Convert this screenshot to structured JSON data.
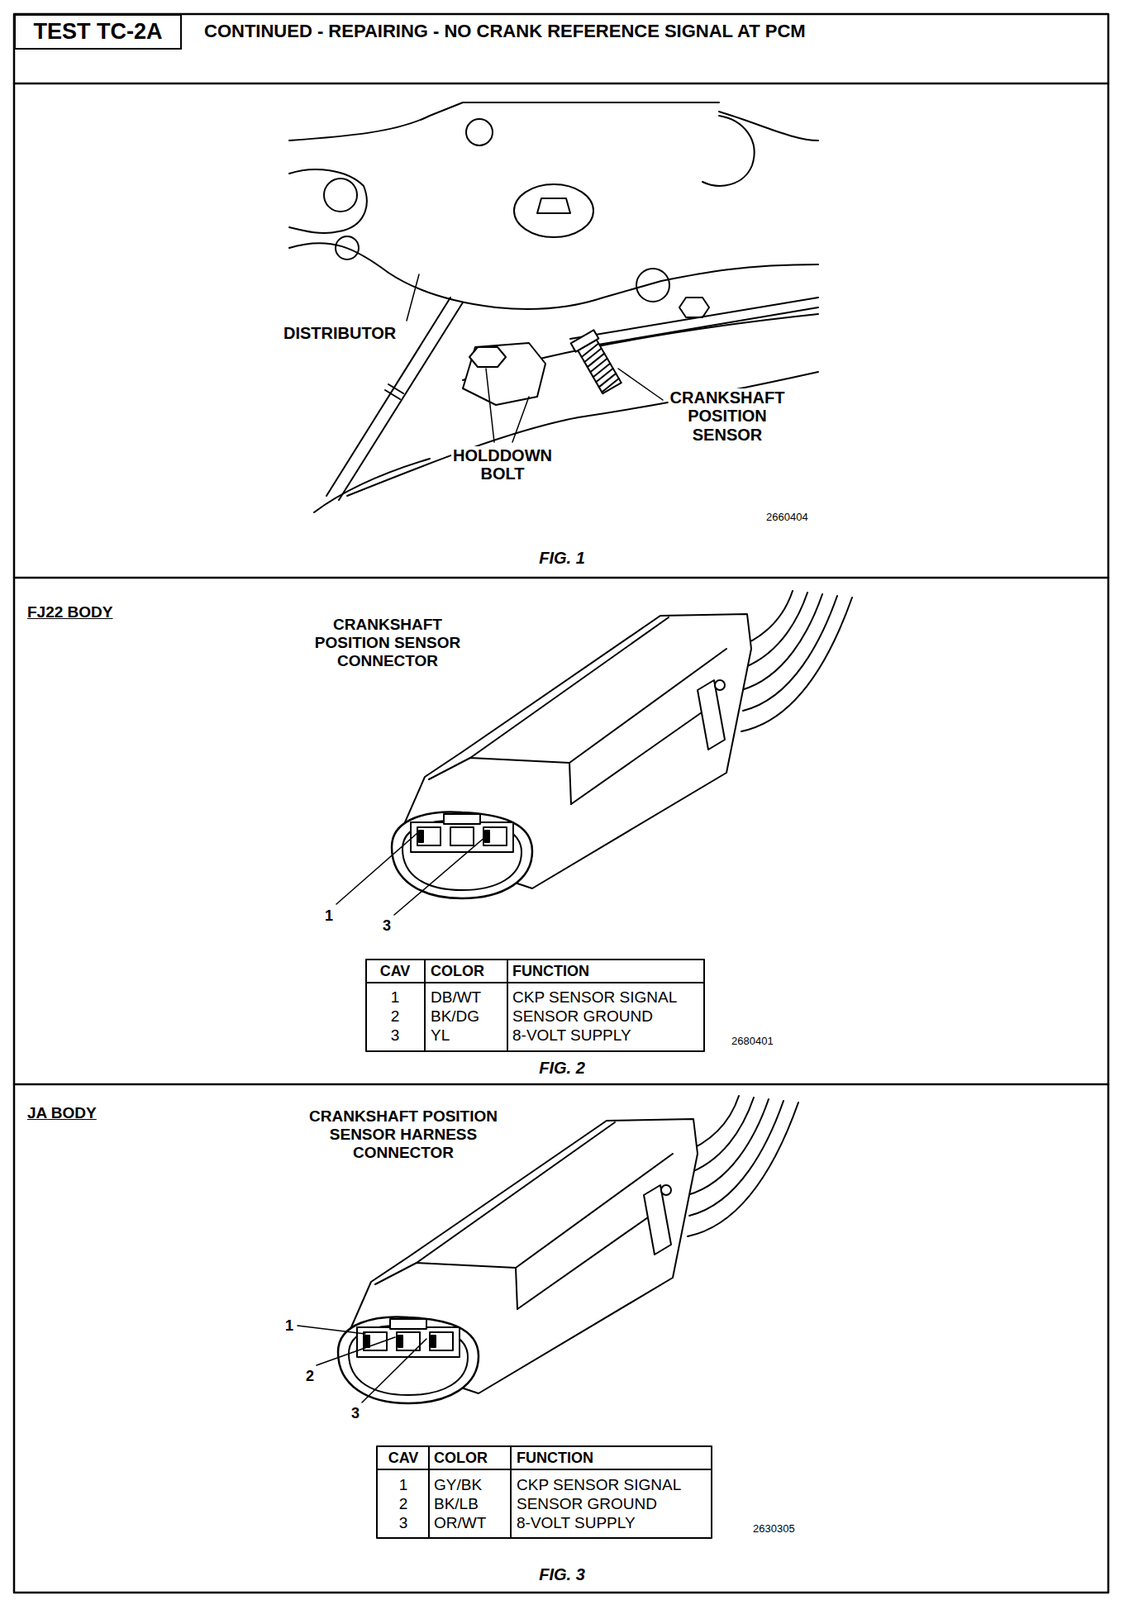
{
  "diagram": {
    "title": "CONTINUED - REPAIRING - NO CRANK REFERENCE SIGNAL AT PCM",
    "nodes": [
      {
        "text": [
          "TEST TC-2A"
        ]
      }
    ],
    "labels": [
      "DISTRIBUTOR",
      "CRANKSHAFT POSITION SENSOR",
      "HOLDDOWN BOLT",
      "2660404",
      "FIG. 1",
      "FJ22 BODY",
      "CRANKSHAFT POSITION SENSOR CONNECTOR",
      "1",
      "3",
      "CAV",
      "COLOR",
      "FUNCTION",
      "1",
      "DB/WT",
      "CKP SENSOR SIGNAL",
      "2",
      "BK/DG",
      "SENSOR GROUND",
      "3",
      "YL",
      "8-VOLT SUPPLY",
      "2680401",
      "FIG. 2",
      "JA BODY",
      "CRANKSHAFT POSITION SENSOR HARNESS CONNECTOR",
      "1",
      "2",
      "3",
      "CAV",
      "COLOR",
      "FUNCTION",
      "1",
      "GY/BK",
      "CKP SENSOR SIGNAL",
      "2",
      "BK/LB",
      "SENSOR GROUND",
      "3",
      "OR/WT",
      "8-VOLT SUPPLY",
      "2630305",
      "FIG. 3"
    ]
  }
}
